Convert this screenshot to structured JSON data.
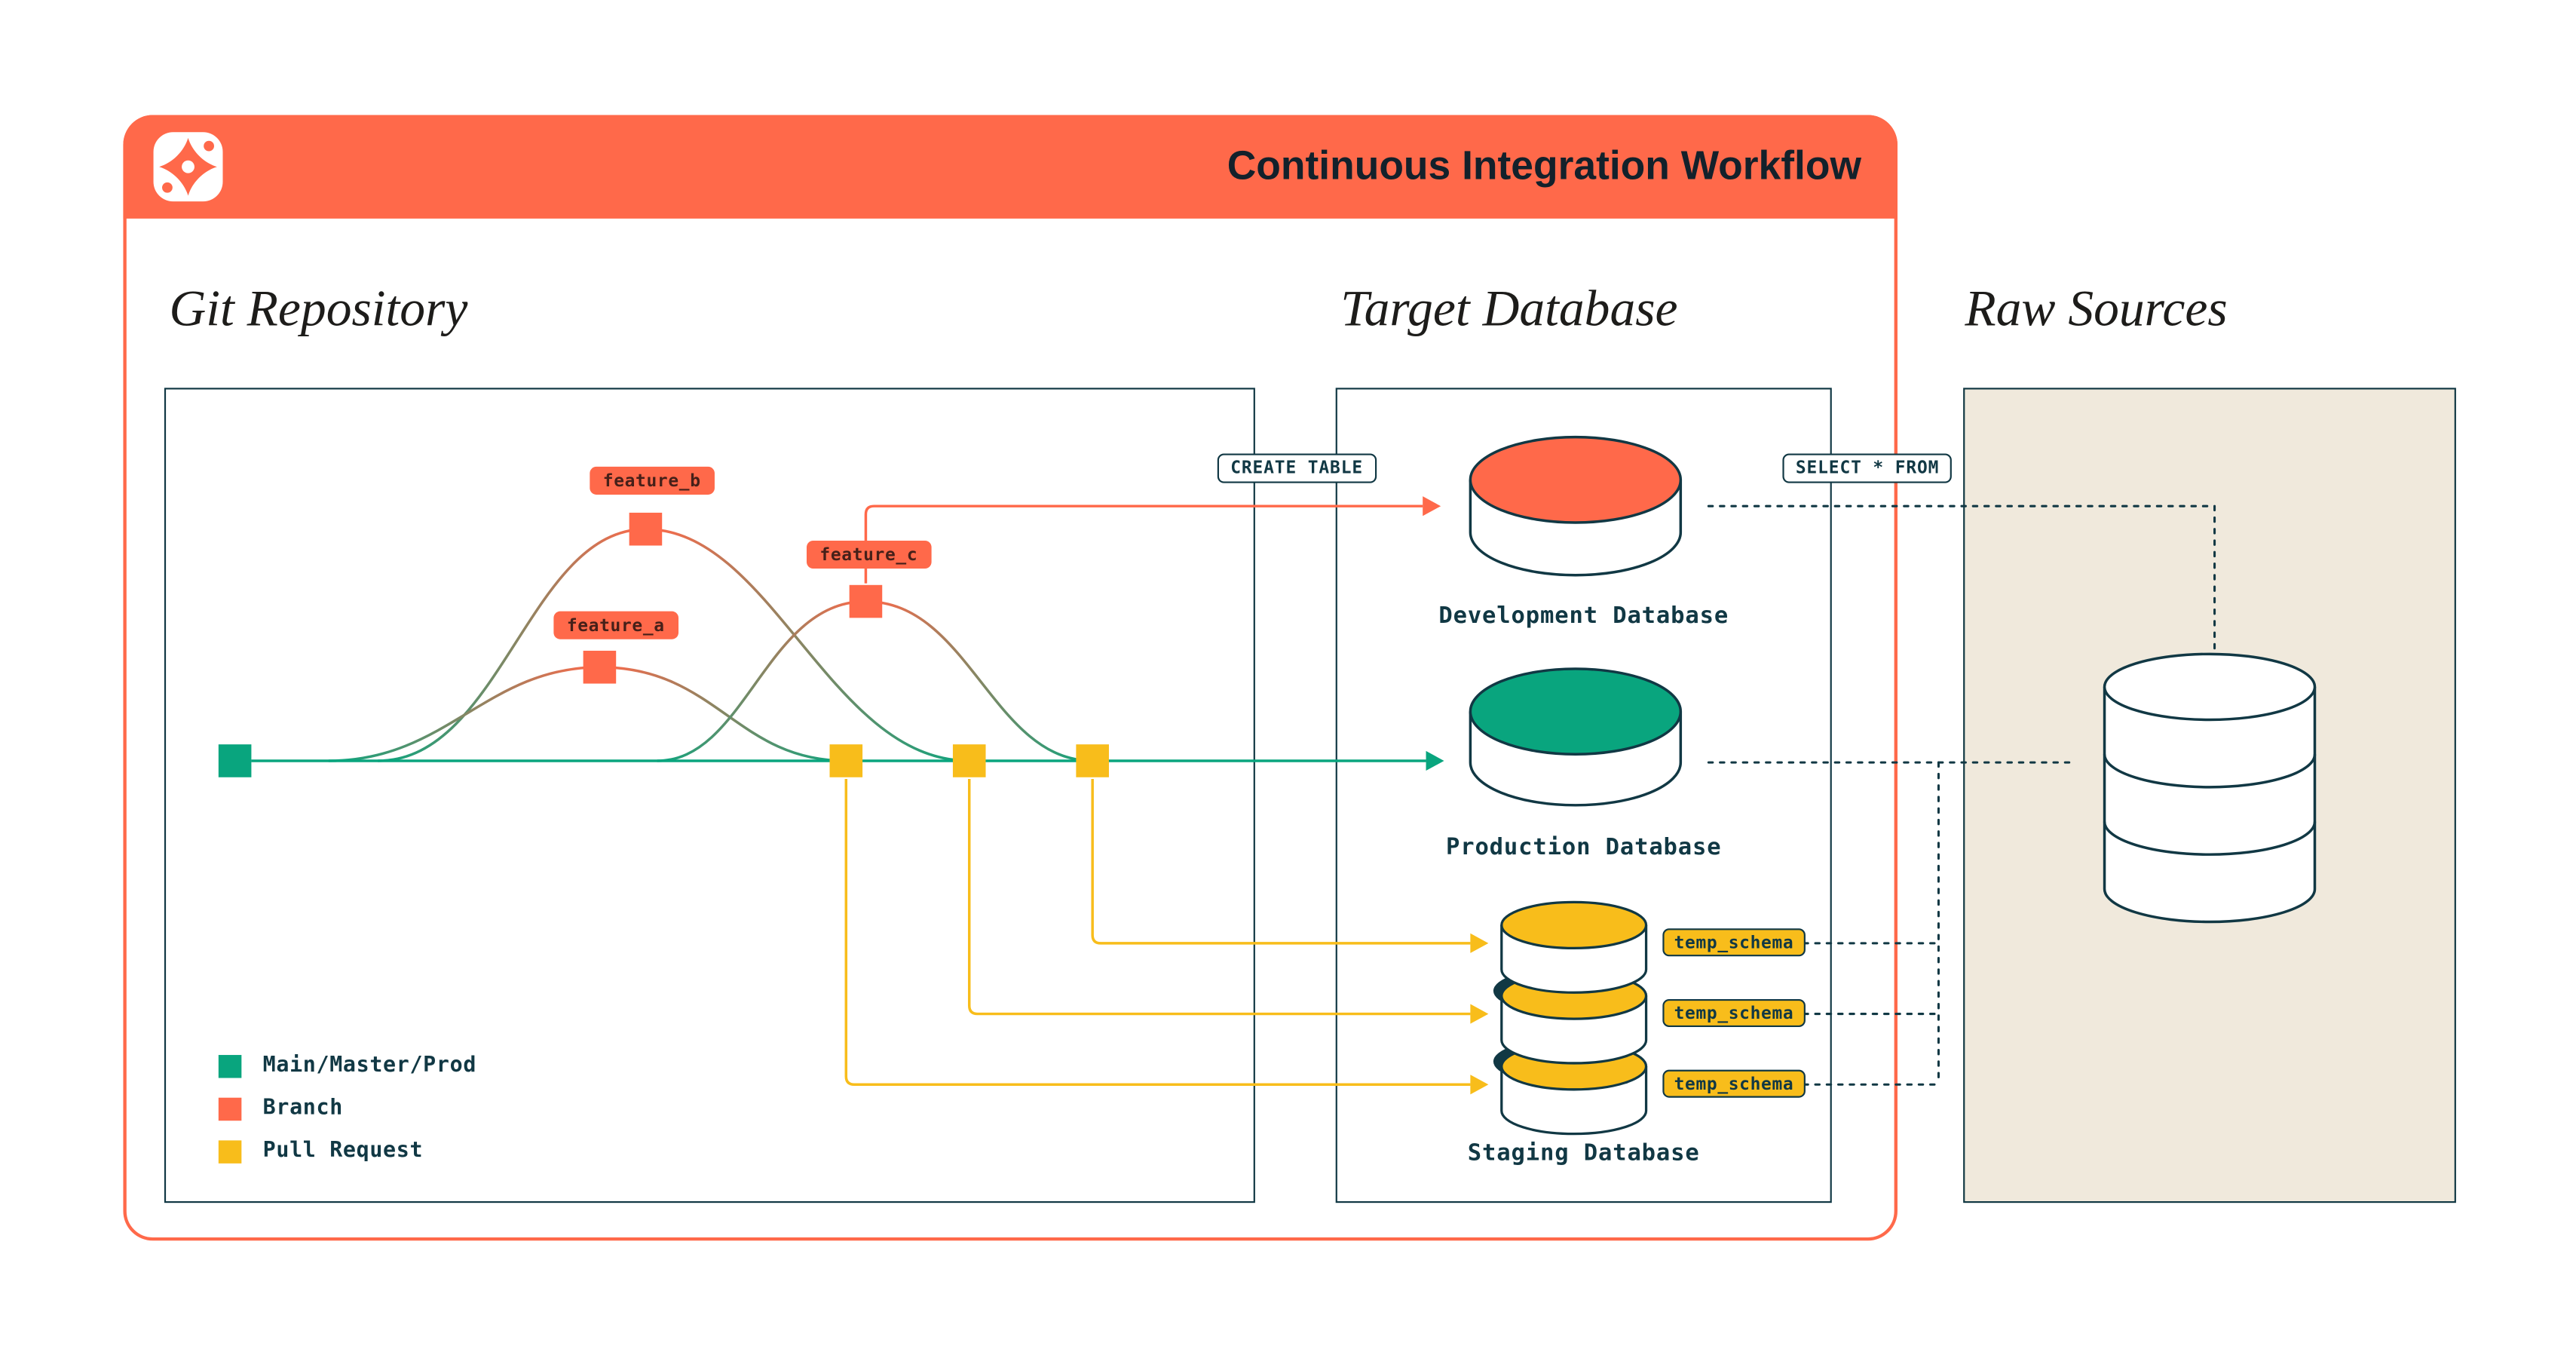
{
  "colors": {
    "orange": "#ff694a",
    "green": "#09a57e",
    "yellow": "#f8bd1b",
    "ink": "#113844",
    "beige": "#f0e9dc",
    "header_text": "#13212b",
    "section_text": "#1d1c1a"
  },
  "header": {
    "title": "Continuous Integration Workflow",
    "logo": "dbt-logo"
  },
  "sections": {
    "git_repository": {
      "title": "Git Repository"
    },
    "target_database": {
      "title": "Target Database"
    },
    "raw_sources": {
      "title": "Raw Sources"
    }
  },
  "git": {
    "branches": [
      {
        "label": "feature_a"
      },
      {
        "label": "feature_b"
      },
      {
        "label": "feature_c"
      }
    ],
    "legend": [
      {
        "label": "Main/Master/Prod",
        "color_key": "green"
      },
      {
        "label": "Branch",
        "color_key": "orange"
      },
      {
        "label": "Pull Request",
        "color_key": "yellow"
      }
    ]
  },
  "sql_badges": {
    "create_table": "CREATE TABLE",
    "select_from": "SELECT * FROM"
  },
  "databases": {
    "development": {
      "name": "Development Database",
      "color_key": "orange"
    },
    "production": {
      "name": "Production Database",
      "color_key": "green"
    },
    "staging": {
      "name": "Staging Database",
      "color_key": "yellow",
      "temp_schemas": [
        {
          "label": "temp_schema"
        },
        {
          "label": "temp_schema"
        },
        {
          "label": "temp_schema"
        }
      ]
    }
  }
}
